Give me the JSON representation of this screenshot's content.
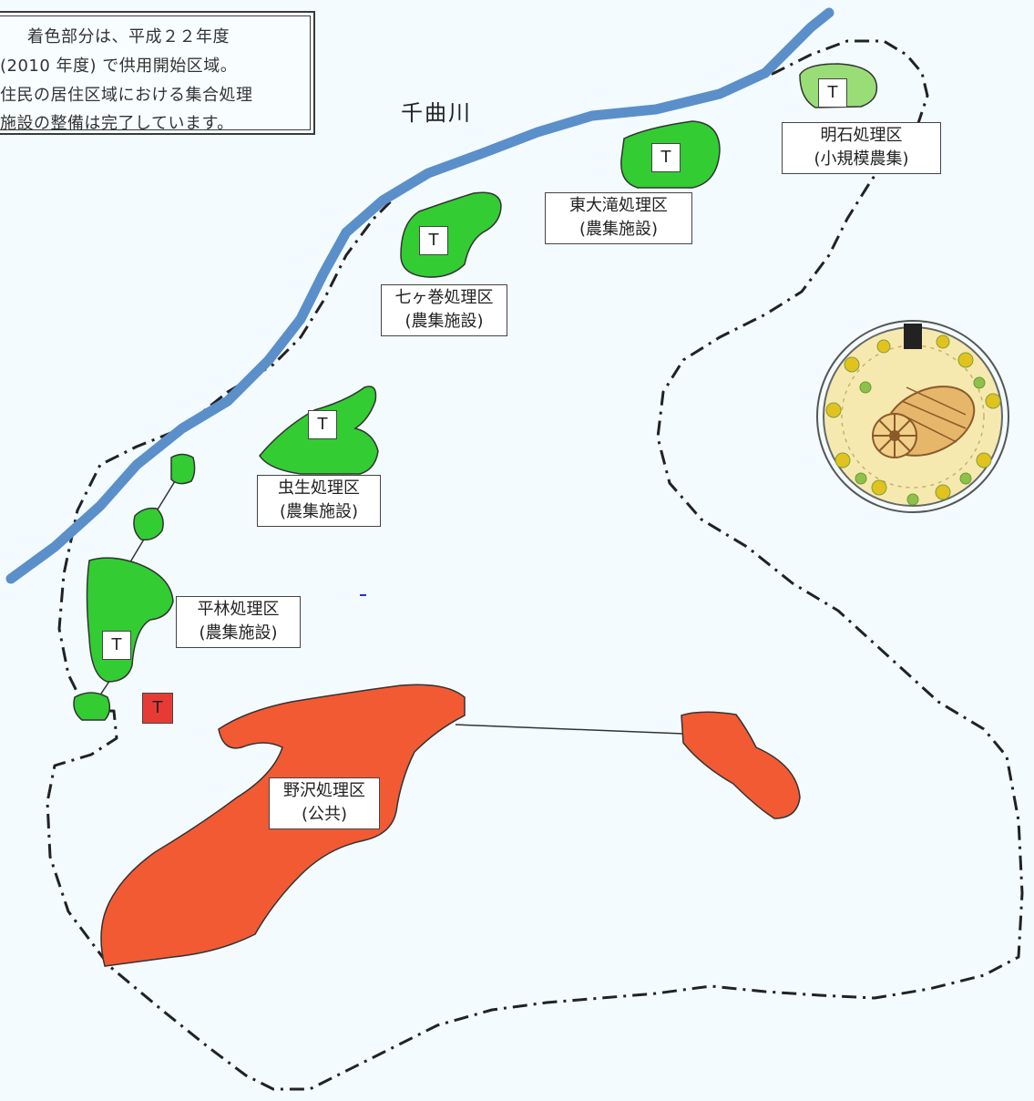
{
  "note": {
    "lines": [
      "着色部分は、平成２２年度",
      "(2010 年度) で供用開始区域。",
      "住民の居住区域における集合処理",
      "施設の整備は完了しています。"
    ]
  },
  "river": {
    "name": "千曲川"
  },
  "districts": [
    {
      "name": "明石処理区",
      "type": "(小規模農集)"
    },
    {
      "name": "東大滝処理区",
      "type": "(農集施設)"
    },
    {
      "name": "七ヶ巻処理区",
      "type": "(農集施設)"
    },
    {
      "name": "虫生処理区",
      "type": "(農集施設)"
    },
    {
      "name": "平林処理区",
      "type": "(農集施設)"
    },
    {
      "name": "野沢処理区",
      "type": "(公共)"
    }
  ],
  "treatment_marker": "T",
  "colors": {
    "background": "#f3fbff",
    "river": "#5b8fc9",
    "agricultural_area": "#33cc33",
    "small_scale_area": "#99dd77",
    "public_area": "#f25a34",
    "public_plant_marker": "#e83a34",
    "boundary": "#222222"
  },
  "icons": [
    "manhole-cover-icon"
  ]
}
